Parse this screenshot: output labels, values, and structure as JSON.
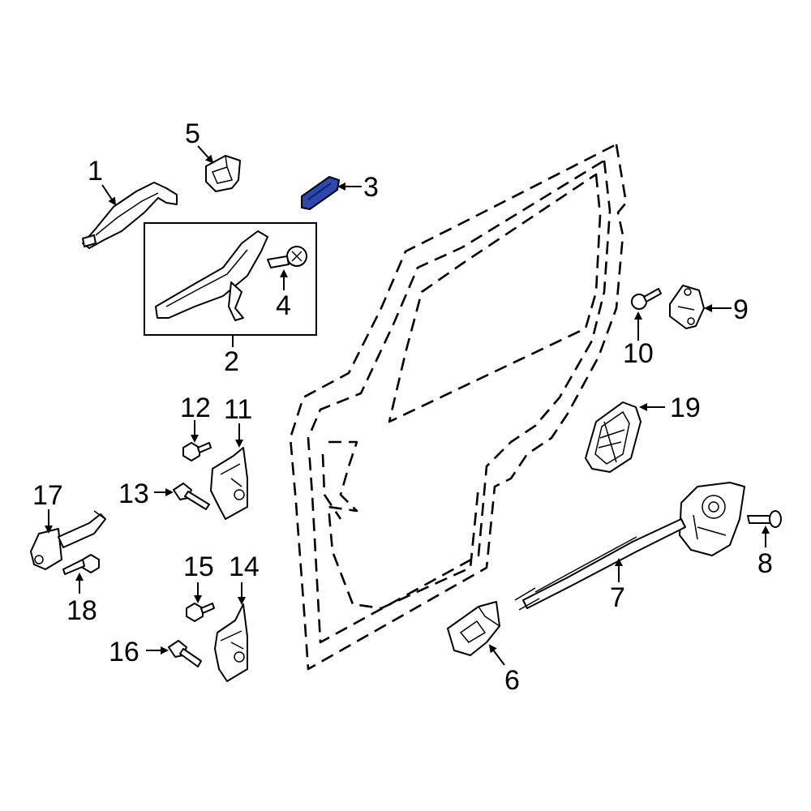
{
  "colors": {
    "highlight": "#2a48b0",
    "line": "#000000",
    "background": "#ffffff"
  },
  "callouts": [
    {
      "id": "1",
      "label": "1"
    },
    {
      "id": "2",
      "label": "2"
    },
    {
      "id": "3",
      "label": "3"
    },
    {
      "id": "4",
      "label": "4"
    },
    {
      "id": "5",
      "label": "5"
    },
    {
      "id": "6",
      "label": "6"
    },
    {
      "id": "7",
      "label": "7"
    },
    {
      "id": "8",
      "label": "8"
    },
    {
      "id": "9",
      "label": "9"
    },
    {
      "id": "10",
      "label": "10"
    },
    {
      "id": "11",
      "label": "11"
    },
    {
      "id": "12",
      "label": "12"
    },
    {
      "id": "13",
      "label": "13"
    },
    {
      "id": "14",
      "label": "14"
    },
    {
      "id": "15",
      "label": "15"
    },
    {
      "id": "16",
      "label": "16"
    },
    {
      "id": "17",
      "label": "17"
    },
    {
      "id": "18",
      "label": "18"
    },
    {
      "id": "19",
      "label": "19"
    }
  ],
  "highlighted_part": "3"
}
